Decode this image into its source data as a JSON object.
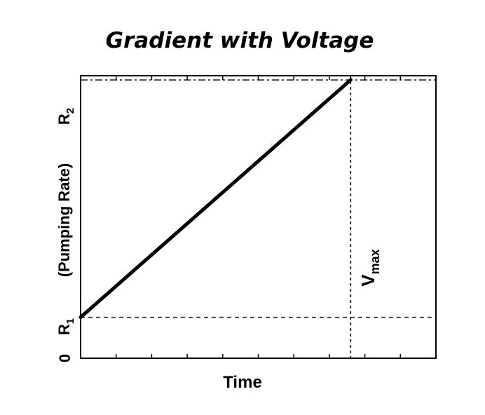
{
  "chart_data": {
    "type": "line",
    "title": "Gradient with Voltage",
    "xlabel": "Time",
    "ylabel": "(Pumping Rate)",
    "y_tick_labels": {
      "zero": "0",
      "r1_base": "R",
      "r1_sub": "1",
      "r2_base": "R",
      "r2_sub": "2"
    },
    "vline_label": {
      "base": "V",
      "sub": "max"
    },
    "xlim": [
      0,
      1
    ],
    "ylim": [
      0,
      1
    ],
    "series": [
      {
        "x": [
          0,
          0.76
        ],
        "y": [
          0.145,
          0.985
        ]
      }
    ],
    "reference_lines": {
      "r1_y": 0.145,
      "r2_y": 0.985,
      "vmax_x": 0.76
    },
    "grid": false
  },
  "colors": {
    "line": "#000000",
    "axis": "#000000",
    "background": "#ffffff"
  }
}
